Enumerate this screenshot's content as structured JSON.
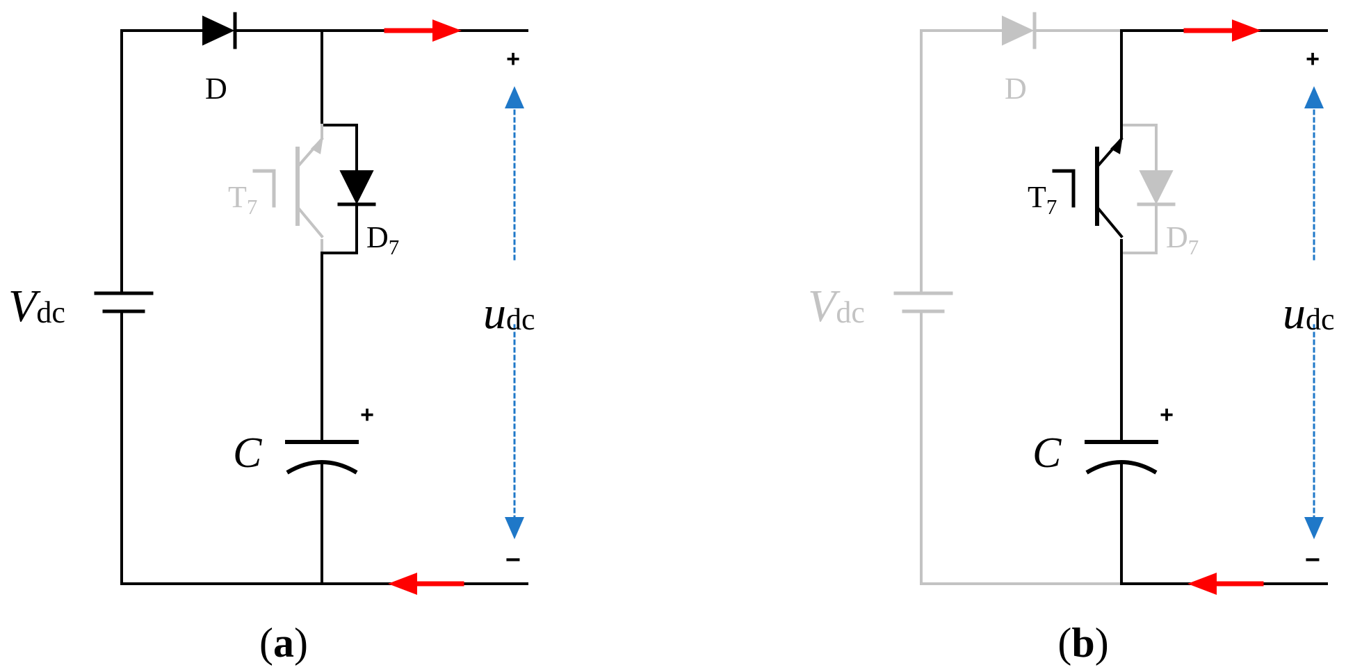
{
  "colors": {
    "active": "#000000",
    "inactive": "#c3c3c3",
    "current_arrow": "#ff0000",
    "voltage_arrow": "#1f78c8",
    "background": "#ffffff"
  },
  "panels": [
    {
      "caption_open": "(",
      "caption_letter": "a",
      "caption_close": ")",
      "labels": {
        "diode_main": "D",
        "transistor": "T",
        "transistor_sub": "7",
        "diode_aux": "D",
        "diode_aux_sub": "7",
        "source": "V",
        "source_sub": "dc",
        "capacitor": "C",
        "cap_polarity": "+",
        "voltage": "u",
        "voltage_sub": "dc",
        "terminal_plus": "+",
        "terminal_minus": "−"
      },
      "state": {
        "source_path": "active",
        "diode_main": "active",
        "transistor": "inactive",
        "diode_aux": "active"
      }
    },
    {
      "caption_open": "(",
      "caption_letter": "b",
      "caption_close": ")",
      "labels": {
        "diode_main": "D",
        "transistor": "T",
        "transistor_sub": "7",
        "diode_aux": "D",
        "diode_aux_sub": "7",
        "source": "V",
        "source_sub": "dc",
        "capacitor": "C",
        "cap_polarity": "+",
        "voltage": "u",
        "voltage_sub": "dc",
        "terminal_plus": "+",
        "terminal_minus": "−"
      },
      "state": {
        "source_path": "inactive",
        "diode_main": "inactive",
        "transistor": "active",
        "diode_aux": "inactive"
      }
    }
  ]
}
